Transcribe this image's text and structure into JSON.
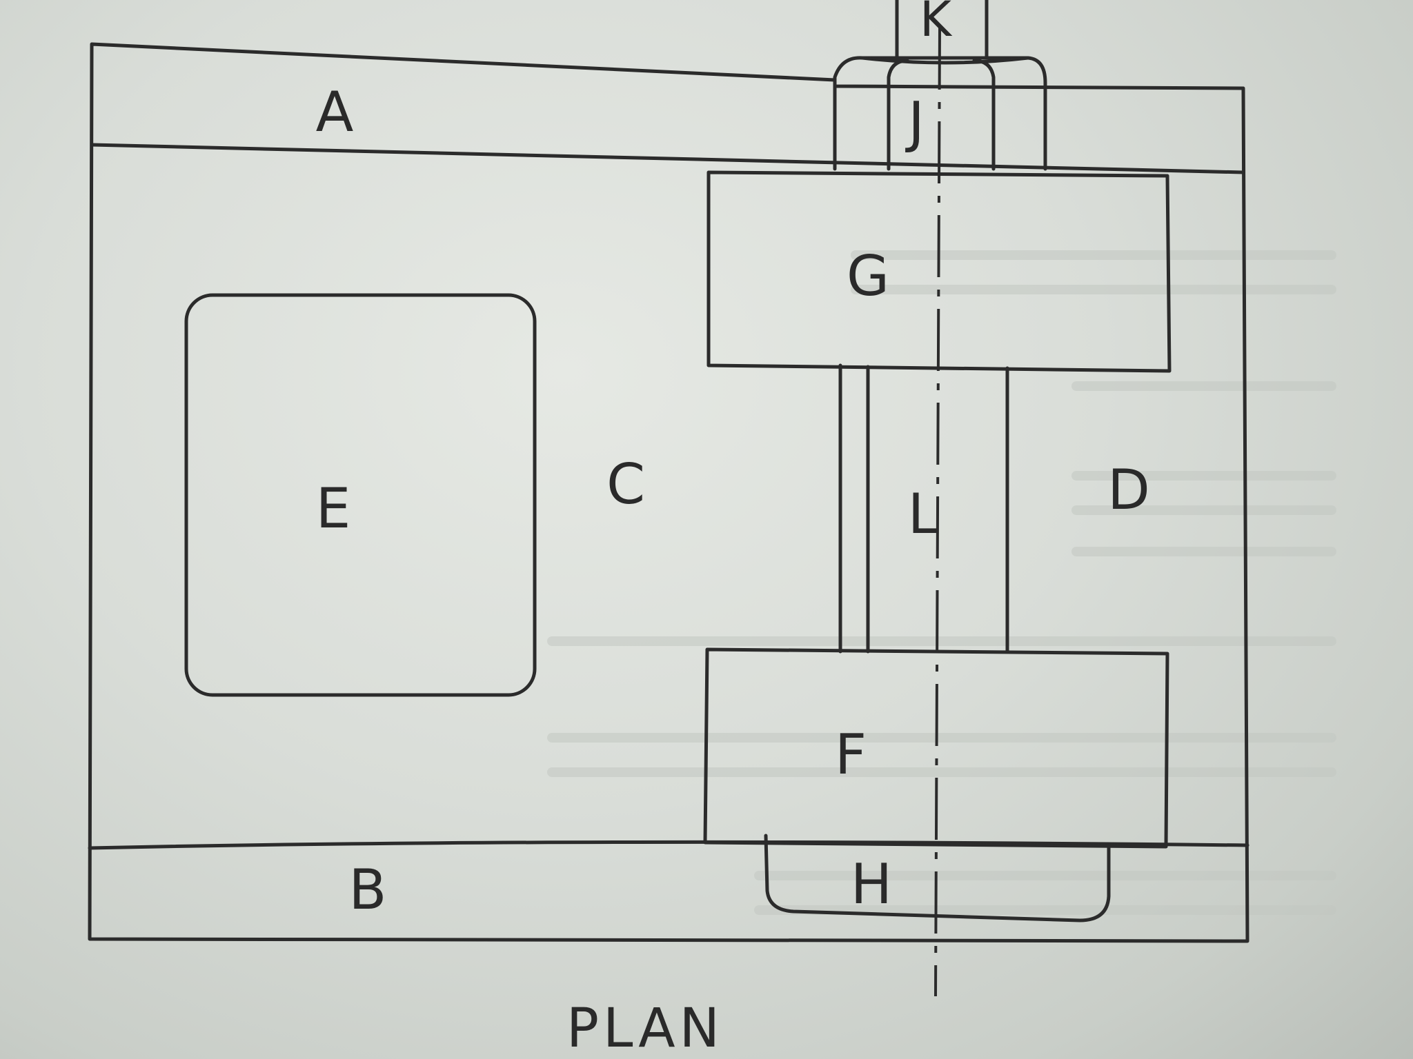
{
  "diagram": {
    "caption": "PLAN",
    "labels": {
      "a": "A",
      "b": "B",
      "c": "C",
      "d": "D",
      "e": "E",
      "f": "F",
      "g": "G",
      "h": "H",
      "j": "J",
      "k": "K",
      "l": "L"
    }
  }
}
